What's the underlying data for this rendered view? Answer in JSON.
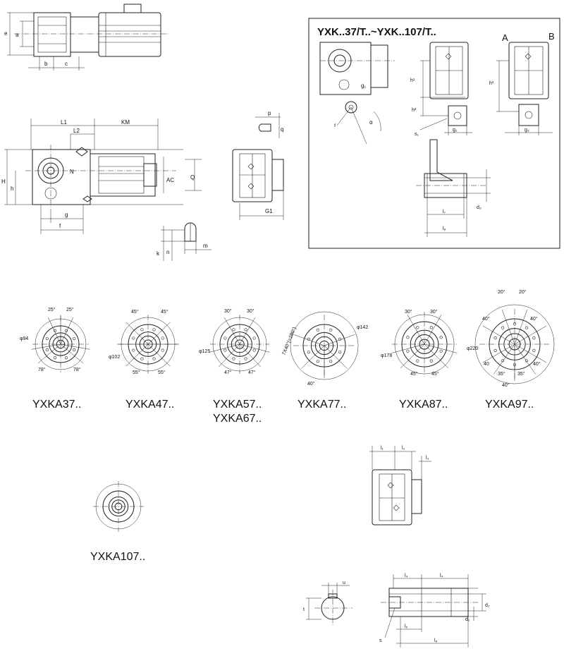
{
  "inset": {
    "title": "YXK..37/T..~YXK..107/T..",
    "view_a": "A",
    "view_b": "B",
    "labels": {
      "g1": "g₁",
      "r": "r",
      "alpha": "α",
      "h1": "h¹",
      "h2": "h²",
      "s1": "s₁",
      "g2": "g₂",
      "h3": "h³",
      "g3": "g₃",
      "d3": "d₃",
      "l7": "l₇",
      "l8": "l₈"
    }
  },
  "main": {
    "top": {
      "e": "e",
      "a": "a",
      "b": "b",
      "c": "c"
    },
    "side": {
      "L1": "L1",
      "L2": "L2",
      "KM": "KM",
      "H": "H",
      "h": "h",
      "N": "N",
      "AC": "AC",
      "Q": "Q",
      "g": "g",
      "f": "f"
    },
    "end": {
      "p": "p",
      "q": "q",
      "G1": "G1"
    },
    "key": {
      "k": "k",
      "n": "n",
      "m": "m"
    }
  },
  "flanges": [
    {
      "model": "YXKA37..",
      "angles": [
        "25°",
        "25°",
        "78°",
        "78°"
      ],
      "dia": "φ94"
    },
    {
      "model": "YXKA47..",
      "angles": [
        "45°",
        "45°",
        "55°",
        "55°"
      ],
      "dia": "φ102"
    },
    {
      "model": "YXKA57..",
      "model2": "YXKA67..",
      "angles": [
        "30°",
        "30°",
        "47°",
        "47°"
      ],
      "dia": "φ125"
    },
    {
      "model": "YXKA77..",
      "angles": [
        "7X40°(=280°)",
        "40°"
      ],
      "dia": "φ142"
    },
    {
      "model": "YXKA87..",
      "angles": [
        "30°",
        "30°",
        "45°",
        "45°"
      ],
      "dia": "φ178"
    },
    {
      "model": "YXKA97..",
      "angles": [
        "20°",
        "20°",
        "40°",
        "40°",
        "40",
        "40°",
        "35°",
        "35°",
        "40°"
      ],
      "dia": "φ220"
    },
    {
      "model": "YXKA107.."
    }
  ],
  "bottom": {
    "labels": {
      "l1": "l₁",
      "l2": "l₂",
      "l3": "l₃",
      "u": "u",
      "t": "t",
      "l4": "l₄",
      "l5": "l₅",
      "l6": "l₆",
      "d1": "d₁",
      "d2": "d₂",
      "s": "s"
    }
  }
}
